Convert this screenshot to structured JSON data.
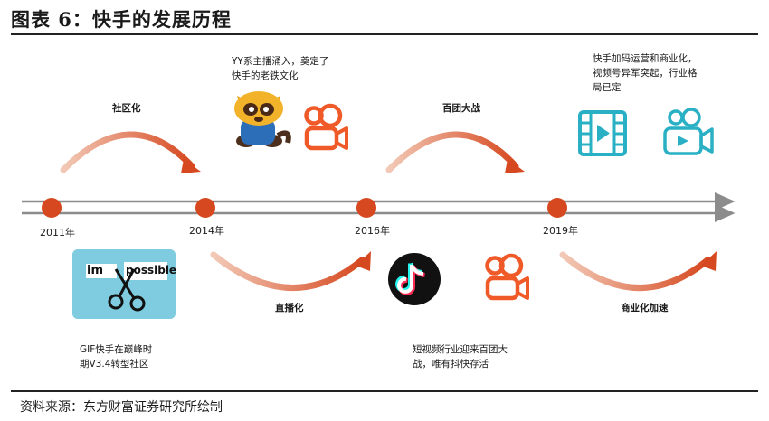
{
  "header": {
    "title": "图表 6：快手的发展历程"
  },
  "timeline": {
    "years": [
      "2011年",
      "2014年",
      "2016年",
      "2019年"
    ],
    "phases": [
      "社区化",
      "直播化",
      "百团大战",
      "商业化加速"
    ],
    "notes": {
      "yy_l1": "YY系主播涌入，奠定了",
      "yy_l2": "快手的老铁文化",
      "gif_l1": "GIF快手在巅峰时",
      "gif_l2": "期V3.4转型社区",
      "short_l1": "短视频行业迎来百团大",
      "short_l2": "战，唯有抖快存活",
      "comm_l1": "快手加码运营和商业化，",
      "comm_l2": "视频号异军突起，行业格",
      "comm_l3": "局已定"
    },
    "logos": {
      "impossible_left": "im",
      "impossible_right": "possible"
    }
  },
  "footer": {
    "source": "资料来源：东方财富证券研究所绘制"
  },
  "colors": {
    "accent": "#d6481f",
    "timeline_gray": "#8c8c8c",
    "icon_teal": "#2ab0c4",
    "kuaishou_orange": "#f05a28"
  }
}
